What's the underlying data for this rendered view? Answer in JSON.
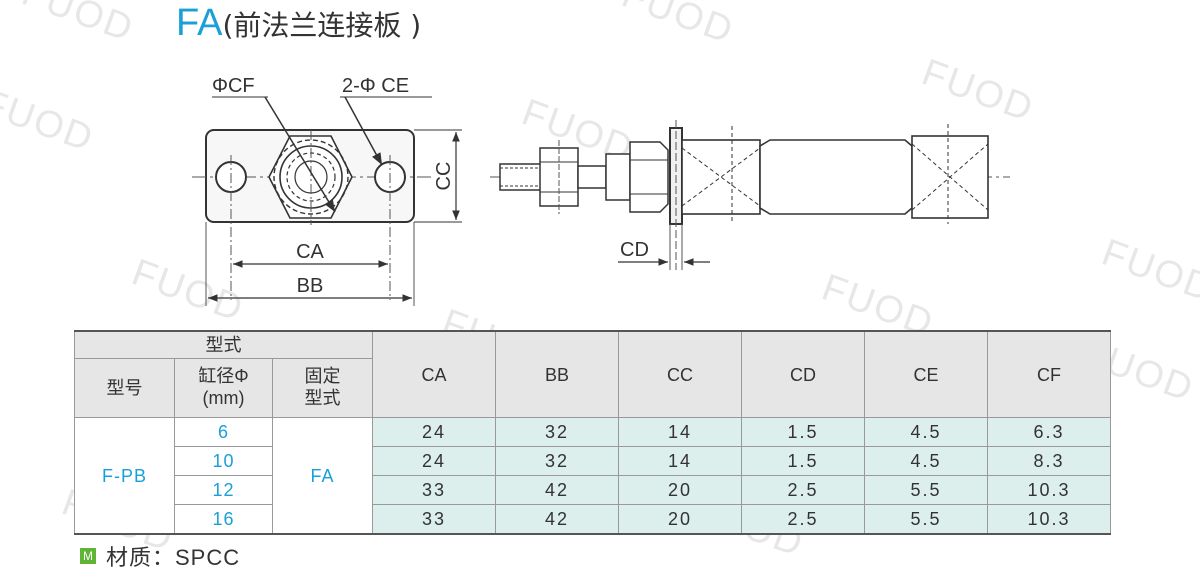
{
  "title": {
    "code": "FA",
    "name": "(前法兰连接板 )"
  },
  "drawing": {
    "labels": {
      "cf": "ΦCF",
      "ce": "2-Φ CE",
      "cc": "CC",
      "ca": "CA",
      "bb": "BB",
      "cd": "CD"
    }
  },
  "watermarks": [
    "FUOD",
    "FUOD",
    "FUOD",
    "FUOD",
    "FUOD",
    "FUOD",
    "FUOD",
    "FUOD",
    "FUOD",
    "FUOD",
    "FUOD",
    "FUOD"
  ],
  "table": {
    "header": {
      "model_group": "型式",
      "type_no": "型号",
      "bore": "缸径Φ",
      "bore_unit": "(mm)",
      "fixed_l1": "固定",
      "fixed_l2": "型式",
      "columns": [
        "CA",
        "BB",
        "CC",
        "CD",
        "CE",
        "CF"
      ]
    },
    "model": "F-PB",
    "fixed_type": "FA",
    "rows": [
      {
        "bore": "6",
        "values": [
          "24",
          "32",
          "14",
          "1.5",
          "4.5",
          "6.3"
        ]
      },
      {
        "bore": "10",
        "values": [
          "24",
          "32",
          "14",
          "1.5",
          "4.5",
          "8.3"
        ]
      },
      {
        "bore": "12",
        "values": [
          "33",
          "42",
          "20",
          "2.5",
          "5.5",
          "10.3"
        ]
      },
      {
        "bore": "16",
        "values": [
          "33",
          "42",
          "20",
          "2.5",
          "5.5",
          "10.3"
        ]
      }
    ]
  },
  "footer": {
    "badge": "M",
    "material": "材质：SPCC"
  }
}
